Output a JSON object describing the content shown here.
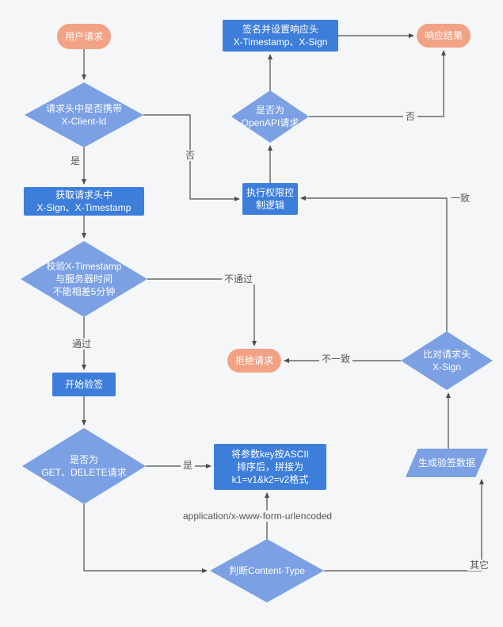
{
  "colors": {
    "canvas": "#F5F6F7",
    "node_orange": "#F2A285",
    "node_blue": "#3D7EDB",
    "node_light_blue": "#7BA0E4",
    "line": "#4D4D4D"
  },
  "nodes": {
    "user_request": {
      "label": "用户请求"
    },
    "d_client_id": {
      "label": "请求头中是否携带\nX-Client-Id"
    },
    "get_headers": {
      "label": "获取请求头中\nX-Sign、X-Timestamp"
    },
    "d_timestamp": {
      "label": "校验X-Timestamp\n与服务器时间\n不能相差5分钟"
    },
    "start_verify": {
      "label": "开始验签"
    },
    "d_method": {
      "label": "是否为\nGET、DELETE请求"
    },
    "ascii_box": {
      "label": "将参数key按ASCII\n排序后，拼接为\nk1=v1&k2=v2格式"
    },
    "gen_sign_data": {
      "label": "生成验签数据"
    },
    "d_xsign": {
      "label": "比对请求头\nX-Sign"
    },
    "reject_request": {
      "label": "拒绝请求"
    },
    "auth_logic": {
      "label": "执行权限控\n制逻辑"
    },
    "d_openapi": {
      "label": "是否为\nOpenAPI请求"
    },
    "sign_headers": {
      "label": "签名并设置响应头\nX-Timestamp、X-Sign"
    },
    "response_result": {
      "label": "响应结果"
    },
    "d_content_type": {
      "label": "判断Content-Type"
    }
  },
  "edge_labels": {
    "yes_client": "是",
    "no_client": "否",
    "pass": "通过",
    "fail": "不通过",
    "yes_method": "是",
    "urlencoded": "application/x-www-form-urlencoded",
    "other": "其它",
    "mismatch": "不一致",
    "match": "一致",
    "no_openapi": "否"
  },
  "edges": [
    {
      "from": "user_request",
      "to": "d_client_id",
      "label": ""
    },
    {
      "from": "d_client_id",
      "to": "get_headers",
      "label": "是"
    },
    {
      "from": "d_client_id",
      "to": "auth_logic",
      "label": "否"
    },
    {
      "from": "get_headers",
      "to": "d_timestamp",
      "label": ""
    },
    {
      "from": "d_timestamp",
      "to": "start_verify",
      "label": "通过"
    },
    {
      "from": "d_timestamp",
      "to": "reject_request",
      "label": "不通过"
    },
    {
      "from": "start_verify",
      "to": "d_method",
      "label": ""
    },
    {
      "from": "d_method",
      "to": "ascii_box",
      "label": "是"
    },
    {
      "from": "d_method",
      "to": "d_content_type",
      "label": ""
    },
    {
      "from": "d_content_type",
      "to": "ascii_box",
      "label": "application/x-www-form-urlencoded"
    },
    {
      "from": "d_content_type",
      "to": "gen_sign_data",
      "label": "其它"
    },
    {
      "from": "ascii_box",
      "to": "gen_sign_data",
      "label": ""
    },
    {
      "from": "gen_sign_data",
      "to": "d_xsign",
      "label": ""
    },
    {
      "from": "d_xsign",
      "to": "reject_request",
      "label": "不一致"
    },
    {
      "from": "d_xsign",
      "to": "auth_logic",
      "label": "一致"
    },
    {
      "from": "auth_logic",
      "to": "d_openapi",
      "label": ""
    },
    {
      "from": "d_openapi",
      "to": "sign_headers",
      "label": ""
    },
    {
      "from": "d_openapi",
      "to": "response_result",
      "label": "否"
    },
    {
      "from": "sign_headers",
      "to": "response_result",
      "label": ""
    }
  ]
}
